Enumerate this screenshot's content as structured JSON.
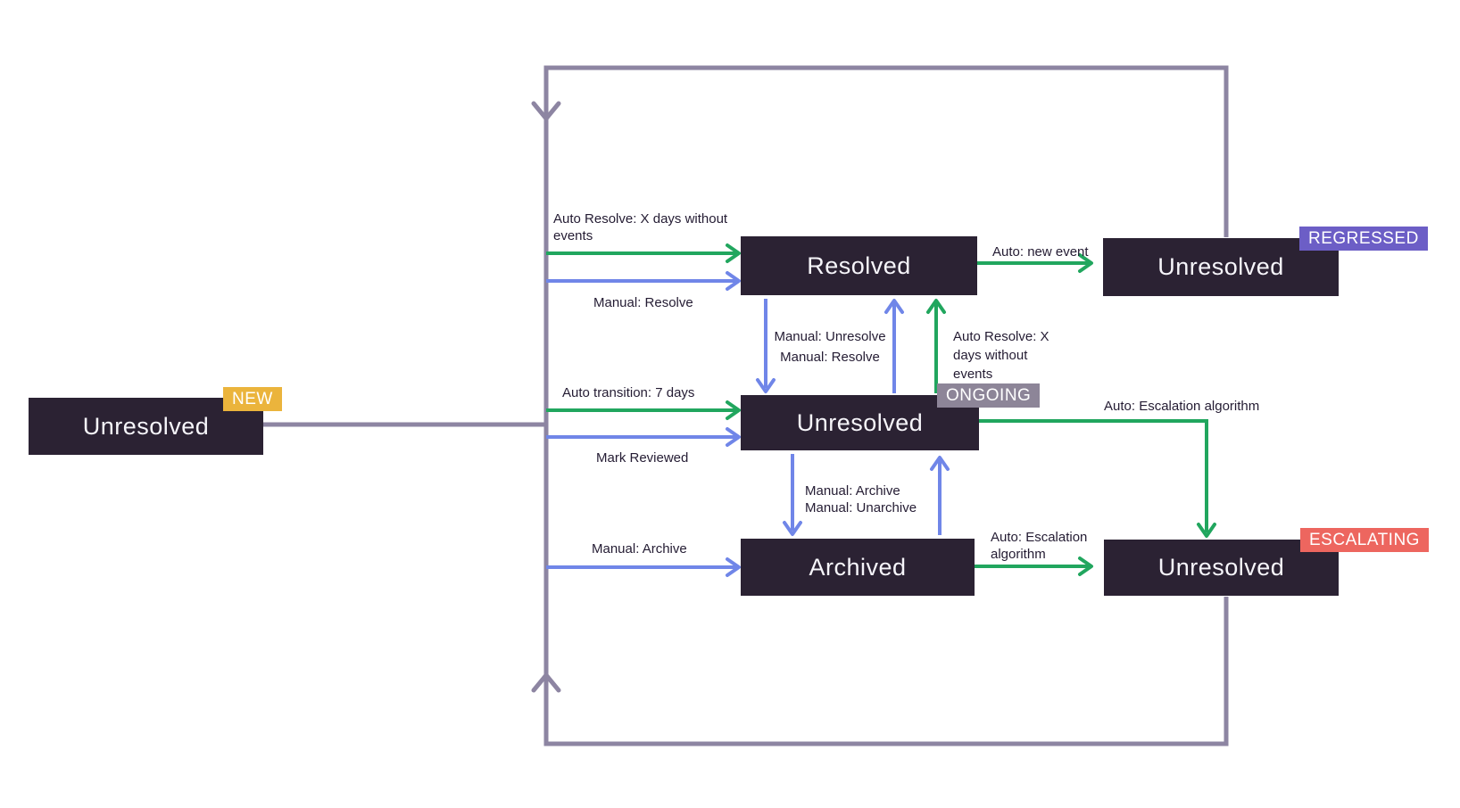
{
  "diagram": {
    "nodes": {
      "new": {
        "label": "Unresolved",
        "badge": "NEW",
        "badge_color": "#EBB43C"
      },
      "resolved": {
        "label": "Resolved"
      },
      "regressed": {
        "label": "Unresolved",
        "badge": "REGRESSED",
        "badge_color": "#6C5EC6"
      },
      "ongoing": {
        "label": "Unresolved",
        "badge": "ONGOING",
        "badge_color": "#8D8598"
      },
      "archived": {
        "label": "Archived"
      },
      "escalating": {
        "label": "Unresolved",
        "badge": "ESCALATING",
        "badge_color": "#ED665F"
      }
    },
    "edge_labels": {
      "auto_resolve_new": [
        "Auto Resolve: X days without",
        "events"
      ],
      "manual_resolve_new": "Manual: Resolve",
      "auto_new_event": "Auto: new event",
      "manual_unresolve": "Manual: Unresolve",
      "manual_resolve_ongoing": "Manual: Resolve",
      "auto_resolve_ongoing": [
        "Auto Resolve: X",
        "days without",
        "events"
      ],
      "auto_transition": "Auto transition: 7 days",
      "mark_reviewed": "Mark Reviewed",
      "auto_escalation_ongoing": "Auto: Escalation algorithm",
      "manual_archive_pair": [
        "Manual: Archive",
        "Manual: Unarchive"
      ],
      "manual_archive_new": "Manual: Archive",
      "auto_escalation_archived": [
        "Auto: Escalation",
        "algorithm"
      ]
    },
    "colors": {
      "node_bg": "#2B2233",
      "node_text": "#F6F5FA",
      "loop_line": "#8D85A2",
      "auto_edge_green": "#21A65E",
      "manual_edge_blue": "#7086E8",
      "label_text": "#241C33"
    }
  }
}
